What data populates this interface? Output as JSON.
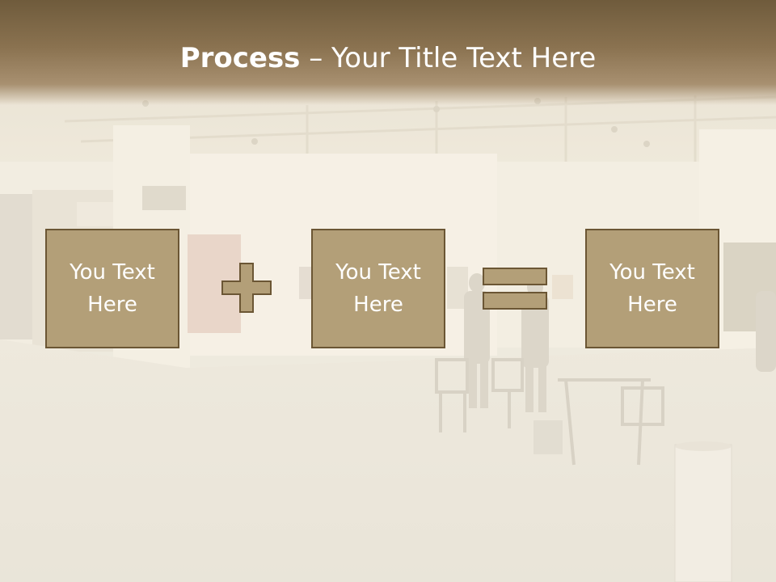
{
  "title": {
    "bold": "Process",
    "rest": " – Your Title Text Here"
  },
  "boxes": [
    {
      "label": "You Text\nHere"
    },
    {
      "label": "You Text\nHere"
    },
    {
      "label": "You Text\nHere"
    }
  ],
  "operators": [
    "plus-icon",
    "equals-icon"
  ],
  "colors": {
    "title_bar": "#7a6444",
    "box_fill": "#b39f78",
    "box_border": "#6b5634",
    "text": "#ffffff"
  }
}
